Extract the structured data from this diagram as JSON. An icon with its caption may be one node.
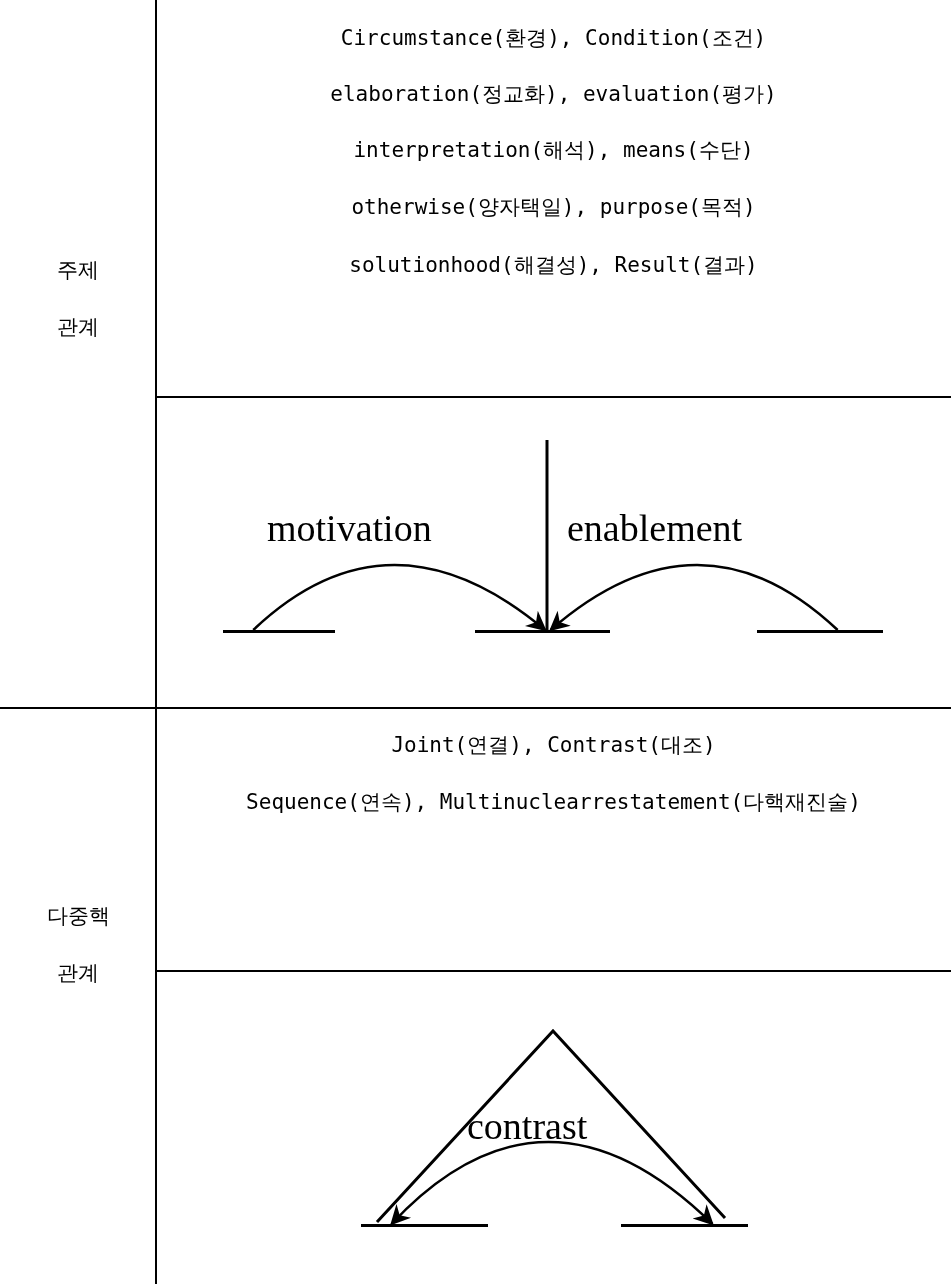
{
  "diagram": {
    "nodes": [
      {
        "text": [],
        "shape": "bar"
      },
      {
        "text": [],
        "shape": "bar"
      },
      {
        "text": [],
        "shape": "bar"
      },
      {
        "text": [],
        "shape": "bar"
      },
      {
        "text": [],
        "shape": "bar"
      }
    ],
    "edges": [
      {
        "from": 0,
        "to": 1,
        "arrow": "to",
        "label": "motivation"
      },
      {
        "from": 2,
        "to": 1,
        "arrow": "to",
        "label": "enablement"
      },
      {
        "from": 3,
        "to": 4,
        "arrow": "both",
        "label": "contrast"
      }
    ],
    "labels": [
      "주제 관계",
      "Circumstance(환경), Condition(조건)",
      "elaboration(정교화), evaluation(평가)",
      "interpretation(해석), means(수단)",
      "otherwise(양자택일), purpose(목적)",
      "solutionhood(해결성), Result(결과)",
      "다중핵 관계",
      "Joint(연결), Contrast(대조)",
      "Sequence(연속), Multinuclearrestatement(다핵재진술)"
    ]
  }
}
